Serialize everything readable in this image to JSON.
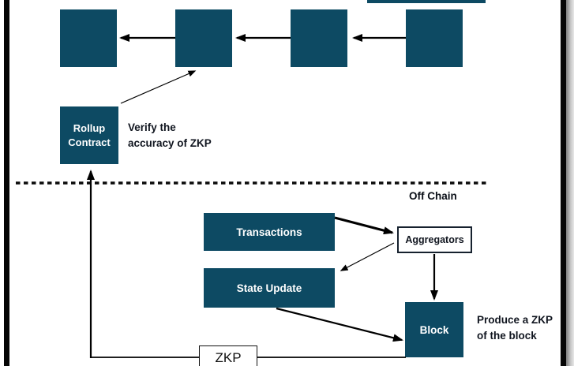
{
  "onchain": {
    "rollup_contract_label": "Rollup Contract",
    "verify_note": "Verify the accuracy of ZKP",
    "chain_block_count": 4
  },
  "divider": {
    "off_chain_label": "Off Chain"
  },
  "offchain": {
    "transactions_label": "Transactions",
    "aggregators_label": "Aggregators",
    "state_update_label": "State Update",
    "block_label": "Block",
    "produce_note": "Produce a ZKP of the block",
    "zkp_label": "ZKP"
  },
  "colors": {
    "box_fill": "#0d4a63",
    "line": "#000000",
    "frame_border": "#050505"
  }
}
